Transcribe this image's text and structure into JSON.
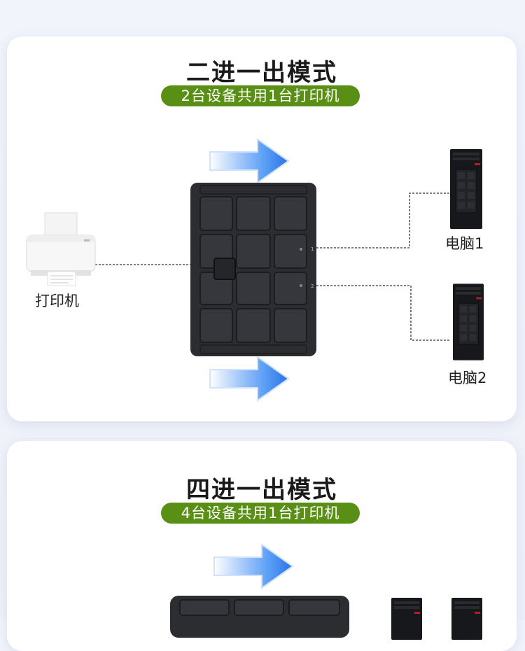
{
  "section_1": {
    "title": "二进一出模式",
    "subtitle": "2台设备共用1台打印机",
    "printer_label": "打印机",
    "computer_1_label": "电脑1",
    "computer_2_label": "电脑2",
    "switch_port_1": "1",
    "switch_port_2": "2"
  },
  "section_2": {
    "title": "四进一出模式",
    "subtitle": "4台设备共用1台打印机"
  },
  "colors": {
    "pill_green": "#5a8f16",
    "arrow_blue": "#2f7ff0",
    "device_dark": "#2c2d31"
  }
}
